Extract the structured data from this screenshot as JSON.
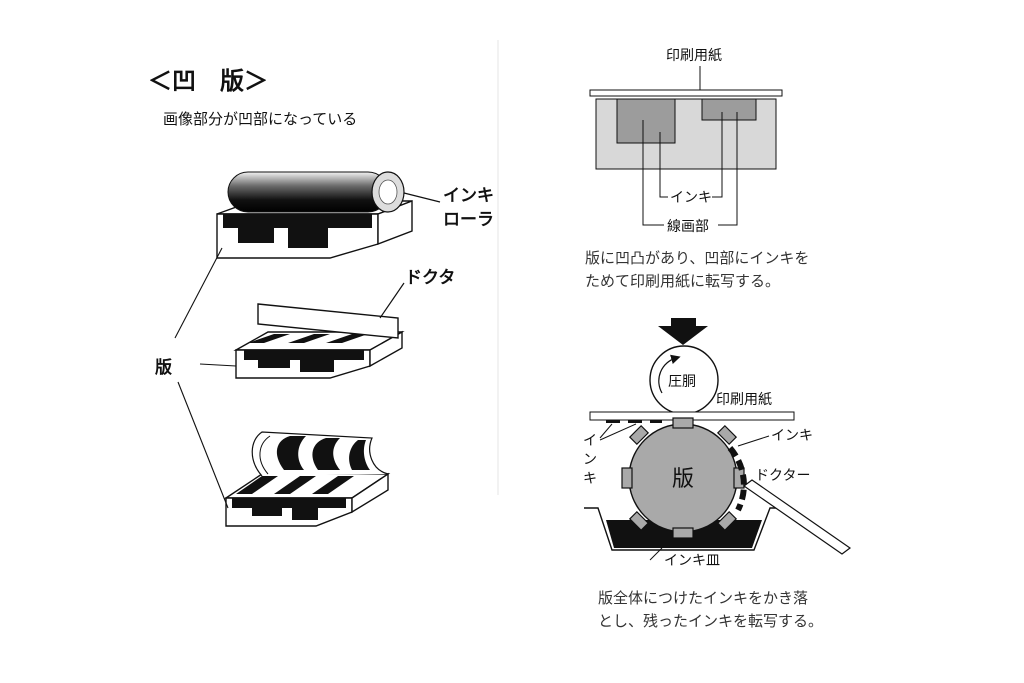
{
  "left": {
    "title": "＜凹　版＞",
    "subtitle": "画像部分が凹部になっている",
    "roller_label_line1": "インキ",
    "roller_label_line2": "ローラ",
    "doctor_label": "ドクタ",
    "plate_label": "版"
  },
  "top_right": {
    "paper_label": "印刷用紙",
    "ink_label": "インキ",
    "image_area_label": "線画部",
    "caption_line1": "版に凹凸があり、凹部にインキを",
    "caption_line2": "ためて印刷用紙に転写する。"
  },
  "bottom_right": {
    "impression_label": "圧胴",
    "paper_label": "印刷用紙",
    "ink_label_right": "インキ",
    "ink_label_vertical": [
      "イ",
      "ン",
      "キ"
    ],
    "plate_label": "版",
    "doctor_label": "ドクター",
    "ink_tray_label": "インキ皿",
    "caption_line1": "版全体につけたインキをかき落",
    "caption_line2": "とし、残ったインキを転写する。"
  },
  "colors": {
    "ink": "#111111",
    "plate_gray": "#a9a9a9",
    "light_gray": "#d8d8d8",
    "mid_gray": "#9c9c9c"
  }
}
